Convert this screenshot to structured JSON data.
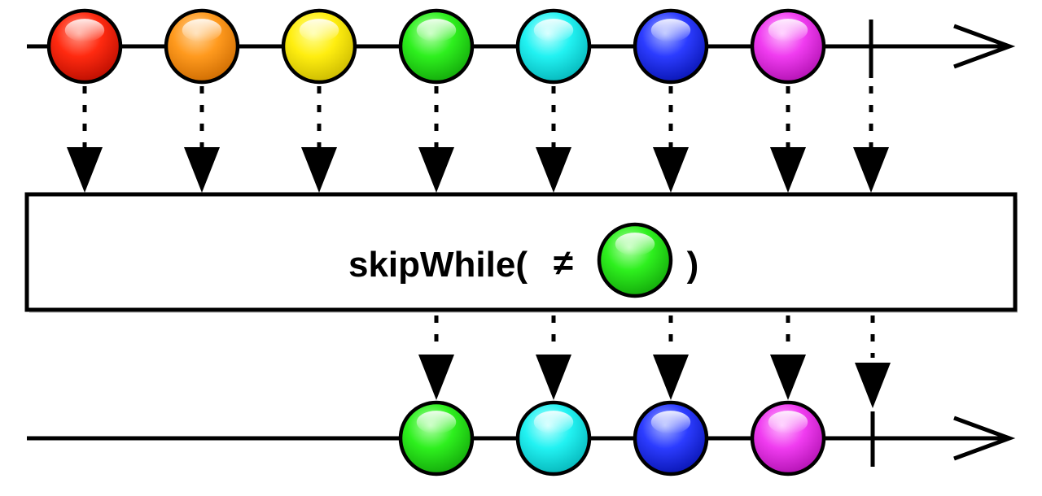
{
  "operator": {
    "name": "skipWhile(",
    "symbol": "≠",
    "predicate_marble_color": "green",
    "close": ")"
  },
  "source_stream": {
    "marbles": [
      "red",
      "orange",
      "yellow",
      "green",
      "cyan",
      "blue",
      "magenta"
    ],
    "completes": true
  },
  "result_stream": {
    "marbles": [
      "green",
      "cyan",
      "blue",
      "magenta"
    ],
    "completes": true
  },
  "colors": {
    "red": {
      "light": "#ff9a8a",
      "base": "#ff2a10",
      "dark": "#b80d00"
    },
    "orange": {
      "light": "#ffd6a0",
      "base": "#ff9a1e",
      "dark": "#cc6a00"
    },
    "yellow": {
      "light": "#ffff9a",
      "base": "#ffee10",
      "dark": "#c9b800"
    },
    "green": {
      "light": "#b8ffb0",
      "base": "#2ef01e",
      "dark": "#12a60a"
    },
    "cyan": {
      "light": "#c8ffff",
      "base": "#22f2f2",
      "dark": "#05b4b8"
    },
    "blue": {
      "light": "#a8b4ff",
      "base": "#2c3cff",
      "dark": "#0814b0"
    },
    "magenta": {
      "light": "#ffc0ff",
      "base": "#f03cf0",
      "dark": "#b010b0"
    }
  }
}
